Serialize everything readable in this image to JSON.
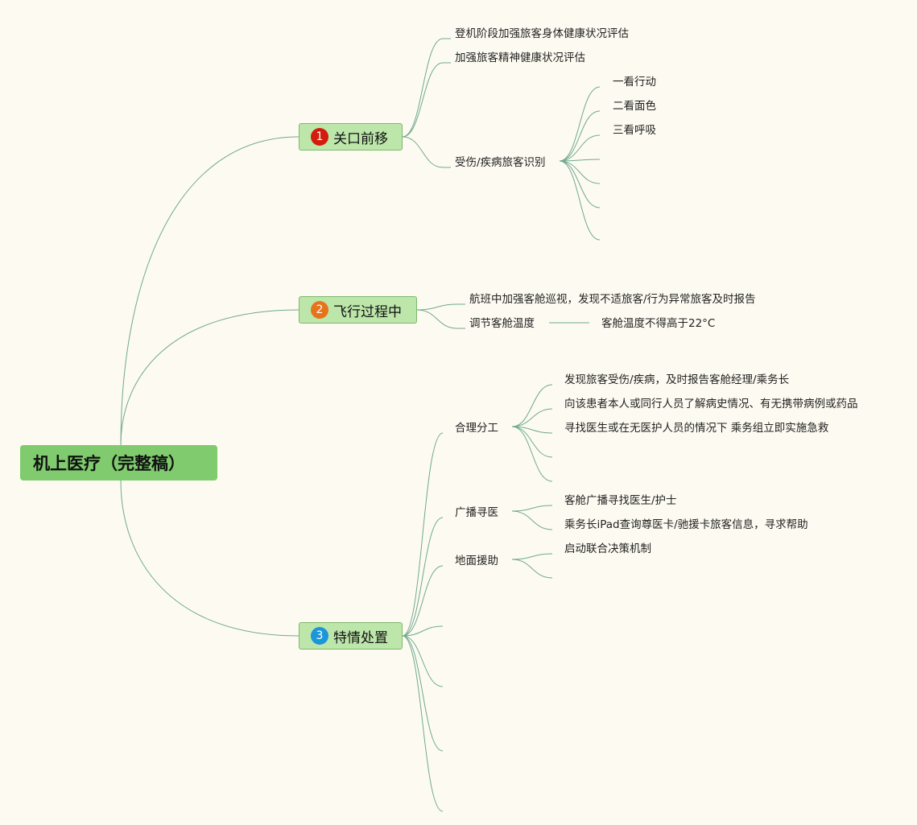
{
  "root": {
    "label": "机上医疗（完整稿）"
  },
  "branches": [
    {
      "number": "1",
      "label": "关口前移",
      "badge_color": "#d21c0c",
      "children": [
        {
          "label": "登机阶段加强旅客身体健康状况评估"
        },
        {
          "label": "加强旅客精神健康状况评估"
        },
        {
          "label": "受伤/疾病旅客识别",
          "children": [
            "一看行动",
            "二看面色",
            "三看呼吸",
            "",
            "",
            "",
            ""
          ]
        }
      ]
    },
    {
      "number": "2",
      "label": "飞行过程中",
      "badge_color": "#e5741b",
      "children": [
        {
          "label": "航班中加强客舱巡视，发现不适旅客/行为异常旅客及时报告"
        },
        {
          "label": "调节客舱温度",
          "children": [
            "客舱温度不得高于22°C"
          ]
        }
      ]
    },
    {
      "number": "3",
      "label": "特情处置",
      "badge_color": "#1b96d9",
      "children": [
        {
          "label": "合理分工",
          "children": [
            "发现旅客受伤/疾病，及时报告客舱经理/乘务长",
            "向该患者本人或同行人员了解病史情况、有无携带病例或药品",
            "寻找医生或在无医护人员的情况下 乘务组立即实施急救",
            "",
            ""
          ]
        },
        {
          "label": "广播寻医",
          "children": [
            "客舱广播寻找医生/护士",
            "乘务长iPad查询尊医卡/驰援卡旅客信息，寻求帮助"
          ]
        },
        {
          "label": "地面援助",
          "children": [
            "启动联合决策机制",
            ""
          ]
        },
        {
          "label": ""
        },
        {
          "label": ""
        },
        {
          "label": ""
        },
        {
          "label": ""
        }
      ]
    }
  ],
  "colors": {
    "background": "#fdfbf1",
    "root_fill": "#7fcb6e",
    "branch_fill": "#bde6ab",
    "line": "#6fa88e"
  }
}
